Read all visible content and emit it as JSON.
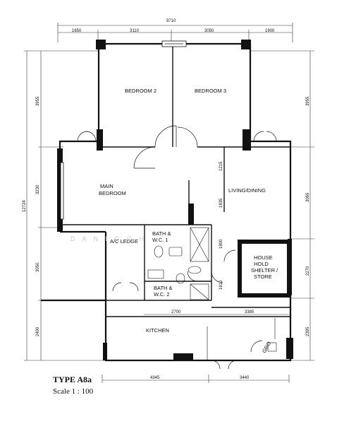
{
  "plan": {
    "title": "TYPE A8a",
    "scale": "Scale  1 : 100",
    "watermark": "D A N I G O H",
    "rooms": {
      "bedroom2": "BEDROOM 2",
      "bedroom3": "BEDROOM 3",
      "main_bedroom_1": "MAIN",
      "main_bedroom_2": "BEDROOM",
      "living_dining": "LIVING/DINING",
      "ac_ledge": "A/C LEDGE",
      "bath1_1": "BATH &",
      "bath1_2": "W.C. 1",
      "bath2_1": "BATH &",
      "bath2_2": "W.C. 2",
      "shelter_1": "HOUSE",
      "shelter_2": "HOLD",
      "shelter_3": "SHELTER /",
      "shelter_4": "STORE",
      "kitchen": "KITCHEN",
      "gro": "GRO"
    },
    "dims_top": {
      "overall": "9710",
      "d1": "1650",
      "d2": "3110",
      "d3": "3050",
      "d4": "1900"
    },
    "dims_left": {
      "overall": "12724",
      "d1": "3955",
      "d2": "3230",
      "d3": "3050",
      "d4": "2490"
    },
    "dims_right": {
      "d1": "3955",
      "d2": "3065",
      "d3": "2270",
      "d4": "2395"
    },
    "dims_inner": {
      "v1215": "1215",
      "v1835": "1835",
      "v1800": "1800",
      "v1610": "1610",
      "h2700": "2700",
      "h3385": "3385"
    },
    "dims_bottom": {
      "d1": "4345",
      "d2": "3440"
    }
  }
}
